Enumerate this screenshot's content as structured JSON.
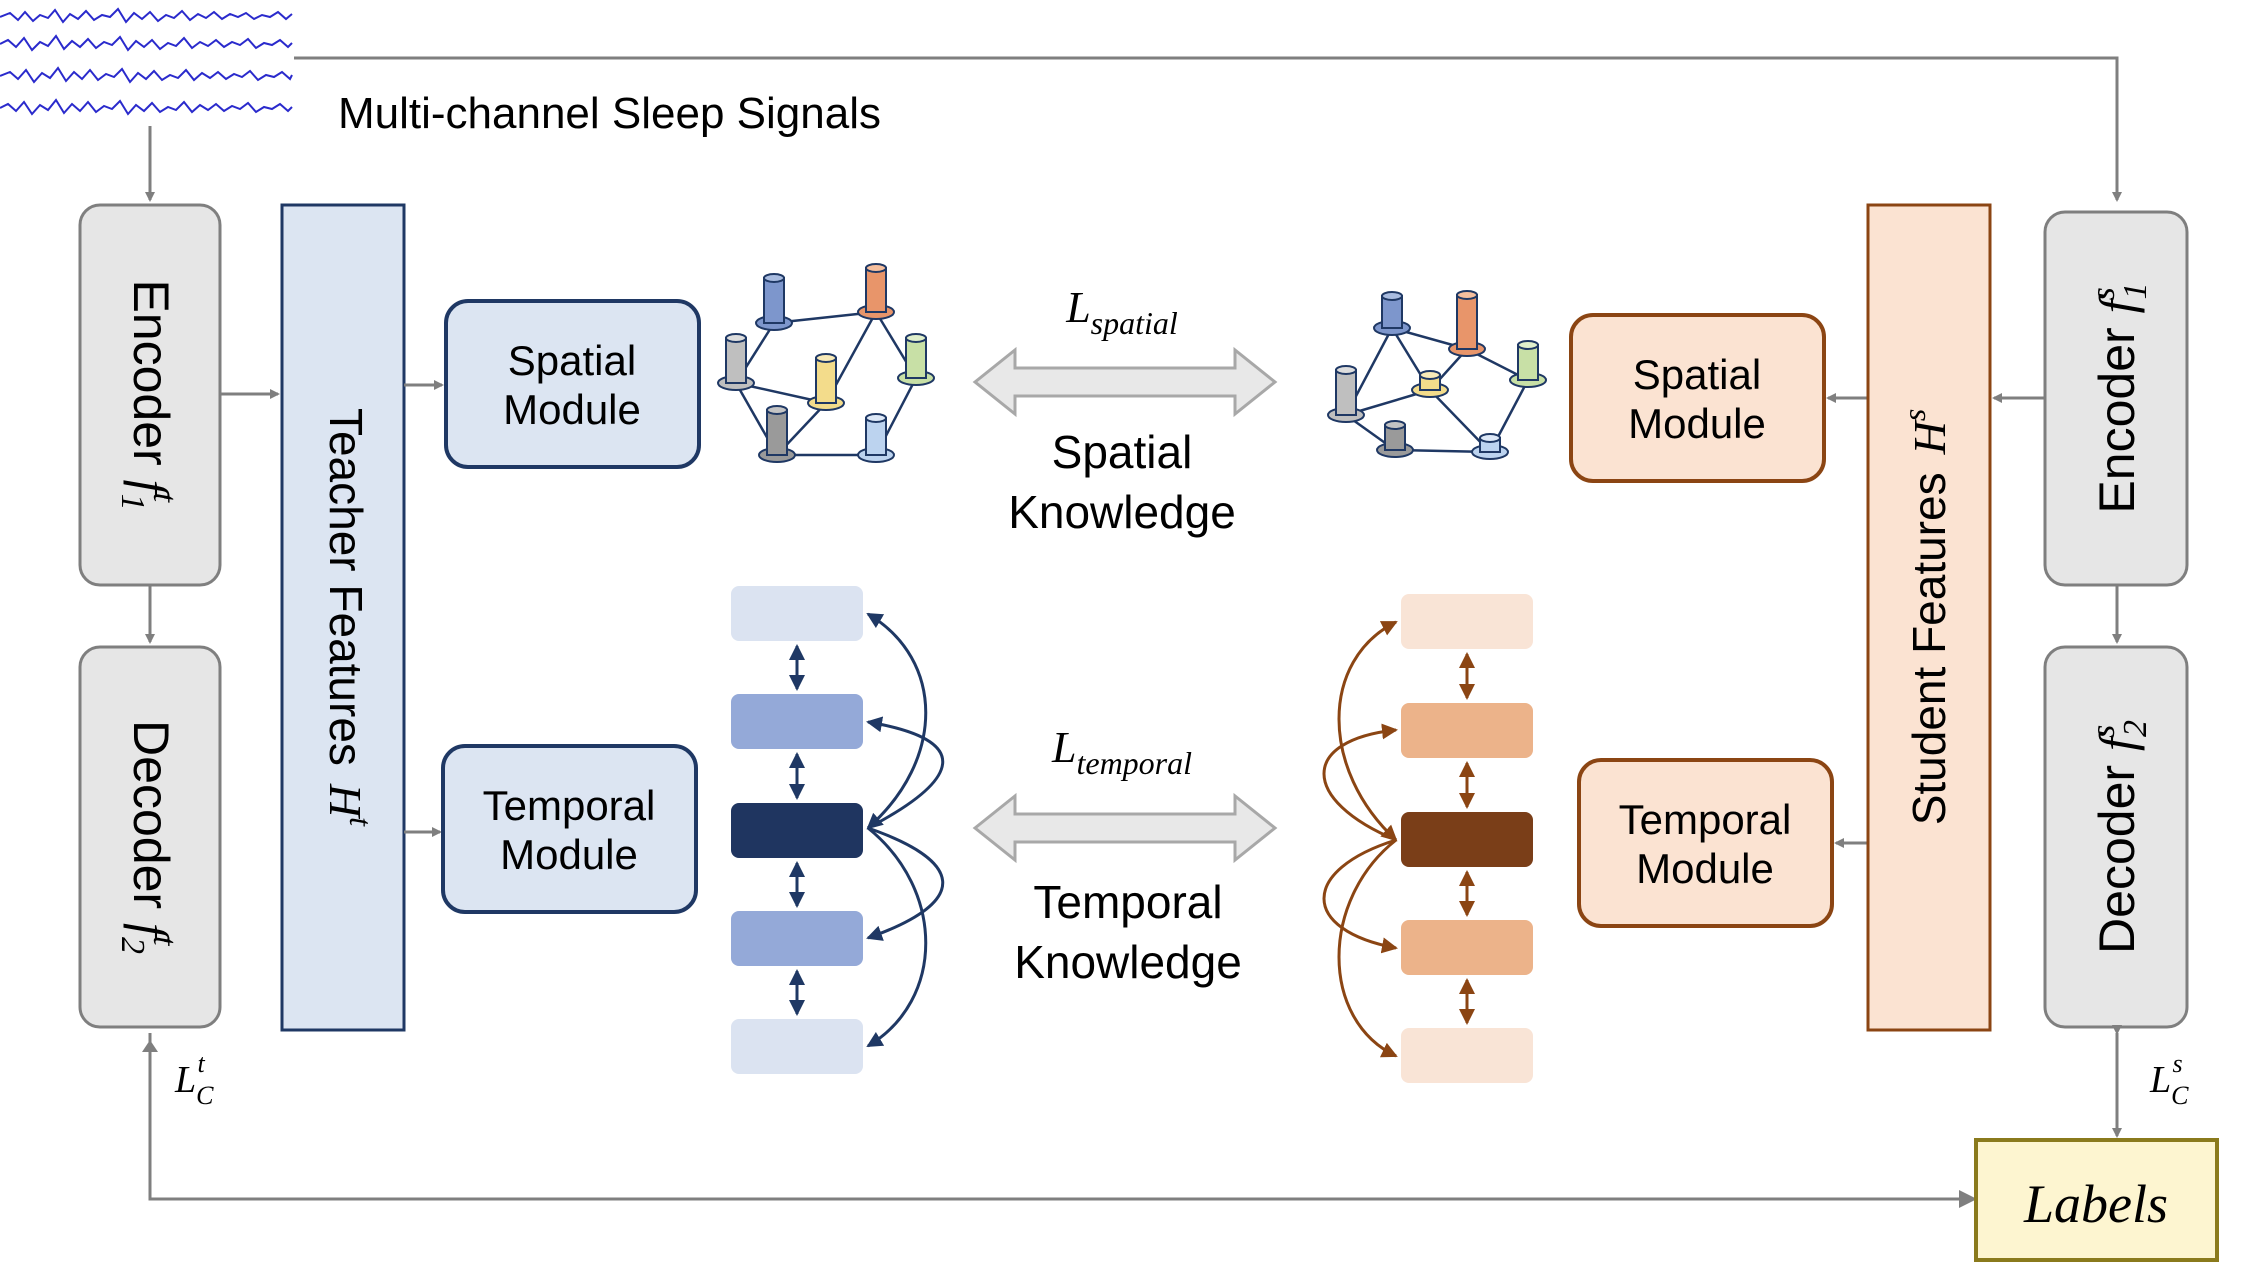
{
  "signals_label": "Multi-channel Sleep Signals",
  "teacher": {
    "encoder": {
      "word": "Encoder",
      "sym": "f",
      "sub": "1",
      "sup": "t"
    },
    "decoder": {
      "word": "Decoder",
      "sym": "f",
      "sub": "2",
      "sup": "t"
    },
    "features": {
      "text": "Teacher Features",
      "sym": "H",
      "sup": "t"
    },
    "spatial_module": {
      "line1": "Spatial",
      "line2": "Module"
    },
    "temporal_module": {
      "line1": "Temporal",
      "line2": "Module"
    },
    "loss": {
      "sym": "L",
      "sub": "C",
      "sup": "t"
    }
  },
  "student": {
    "encoder": {
      "word": "Encoder",
      "sym": "f",
      "sub": "1",
      "sup": "s"
    },
    "decoder": {
      "word": "Decoder",
      "sym": "f",
      "sub": "2",
      "sup": "s"
    },
    "features": {
      "text": "Student Features",
      "sym": "H",
      "sup": "s"
    },
    "spatial_module": {
      "line1": "Spatial",
      "line2": "Module"
    },
    "temporal_module": {
      "line1": "Temporal",
      "line2": "Module"
    },
    "loss": {
      "sym": "L",
      "sub": "C",
      "sup": "s"
    }
  },
  "spatial_knowledge": {
    "loss_sym": "L",
    "loss_sub": "spatial",
    "line1": "Spatial",
    "line2": "Knowledge"
  },
  "temporal_knowledge": {
    "loss_sym": "L",
    "loss_sub": "temporal",
    "line1": "Temporal",
    "line2": "Knowledge"
  },
  "labels": "Labels",
  "colors": {
    "teacher_fill": "#dce5f2",
    "teacher_stroke": "#1f3864",
    "student_fill": "#fbe3d2",
    "student_stroke": "#8b4513",
    "grey_box": "#e6e6e6",
    "labels_fill": "#fdf5d0",
    "labels_stroke": "#8a7a1c",
    "signal": "#2828c8"
  },
  "graph_node_colors": [
    "#7d96cc",
    "#e8956a",
    "#bfbfbf",
    "#f3dc8b",
    "#c8e0a6",
    "#bcd3ef",
    "#9a9a9a"
  ],
  "temporal_block_colors_teacher": [
    "#dbe3f1",
    "#94a9d8",
    "#1f3560",
    "#94a9d8",
    "#dbe3f1"
  ],
  "temporal_block_colors_student": [
    "#f9e4d6",
    "#ecb38a",
    "#7a3e18",
    "#ecb38a",
    "#f9e4d6"
  ]
}
